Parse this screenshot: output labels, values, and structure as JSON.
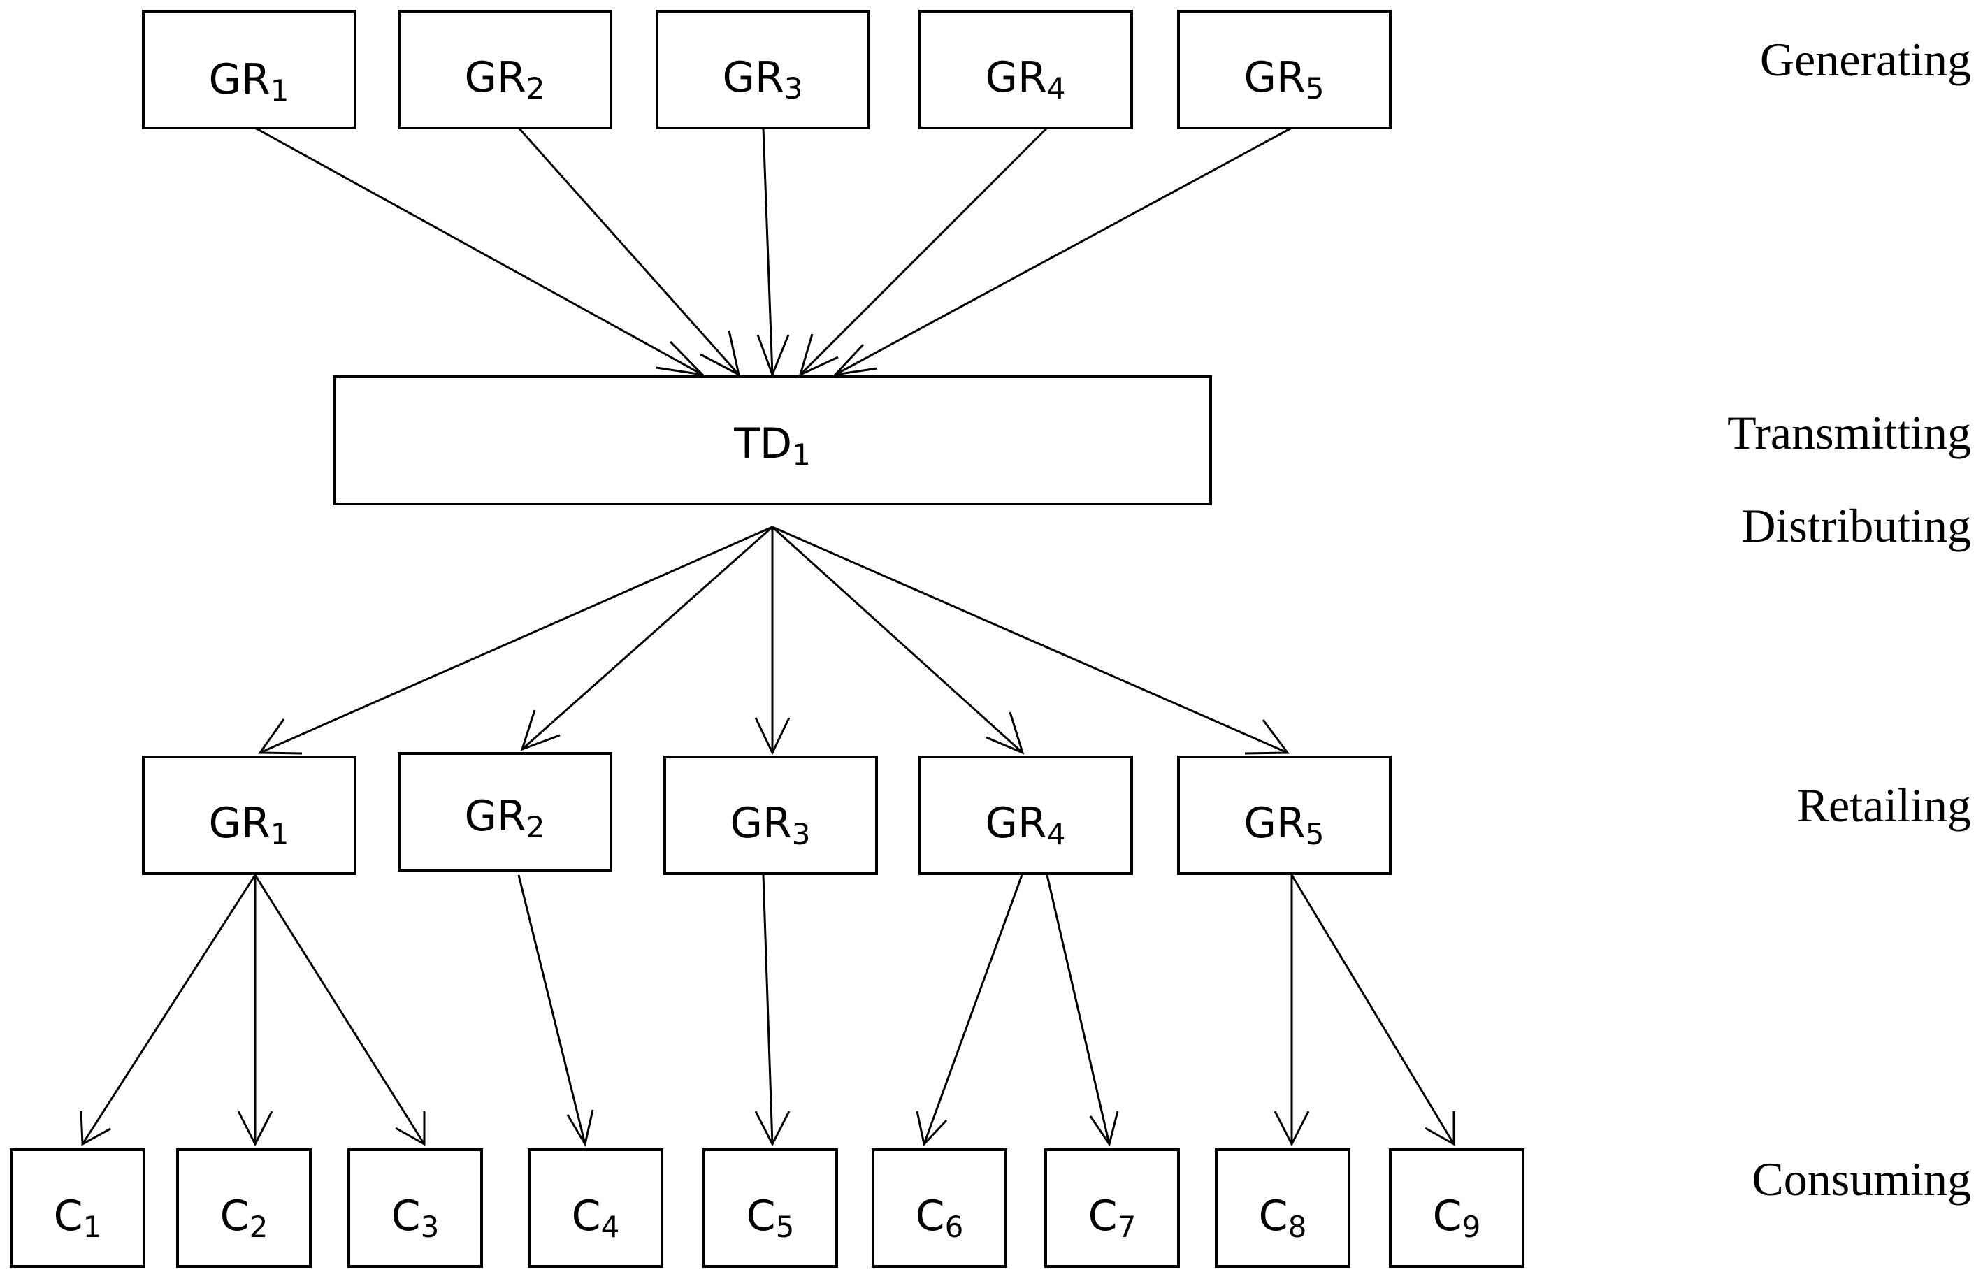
{
  "layers": {
    "generating": "Generating",
    "transmitting": "Transmitting",
    "distributing": "Distributing",
    "retailing": "Retailing",
    "consuming": "Consuming"
  },
  "nodes": {
    "gen_gr1": {
      "main": "GR",
      "sub": "1"
    },
    "gen_gr2": {
      "main": "GR",
      "sub": "2"
    },
    "gen_gr3": {
      "main": "GR",
      "sub": "3"
    },
    "gen_gr4": {
      "main": "GR",
      "sub": "4"
    },
    "gen_gr5": {
      "main": "GR",
      "sub": "5"
    },
    "td1": {
      "main": "TD",
      "sub": "1"
    },
    "ret_gr1": {
      "main": "GR",
      "sub": "1"
    },
    "ret_gr2": {
      "main": "GR",
      "sub": "2"
    },
    "ret_gr3": {
      "main": "GR",
      "sub": "3"
    },
    "ret_gr4": {
      "main": "GR",
      "sub": "4"
    },
    "ret_gr5": {
      "main": "GR",
      "sub": "5"
    },
    "c1": {
      "main": "C",
      "sub": "1"
    },
    "c2": {
      "main": "C",
      "sub": "2"
    },
    "c3": {
      "main": "C",
      "sub": "3"
    },
    "c4": {
      "main": "C",
      "sub": "4"
    },
    "c5": {
      "main": "C",
      "sub": "5"
    },
    "c6": {
      "main": "C",
      "sub": "6"
    },
    "c7": {
      "main": "C",
      "sub": "7"
    },
    "c8": {
      "main": "C",
      "sub": "8"
    },
    "c9": {
      "main": "C",
      "sub": "9"
    }
  },
  "edges": [
    [
      "gen_gr1",
      "td1"
    ],
    [
      "gen_gr2",
      "td1"
    ],
    [
      "gen_gr3",
      "td1"
    ],
    [
      "gen_gr4",
      "td1"
    ],
    [
      "gen_gr5",
      "td1"
    ],
    [
      "td1",
      "ret_gr1"
    ],
    [
      "td1",
      "ret_gr2"
    ],
    [
      "td1",
      "ret_gr3"
    ],
    [
      "td1",
      "ret_gr4"
    ],
    [
      "td1",
      "ret_gr5"
    ],
    [
      "ret_gr1",
      "c1"
    ],
    [
      "ret_gr1",
      "c2"
    ],
    [
      "ret_gr1",
      "c3"
    ],
    [
      "ret_gr2",
      "c4"
    ],
    [
      "ret_gr3",
      "c5"
    ],
    [
      "ret_gr4",
      "c6"
    ],
    [
      "ret_gr4",
      "c7"
    ],
    [
      "ret_gr5",
      "c8"
    ],
    [
      "ret_gr5",
      "c9"
    ]
  ]
}
